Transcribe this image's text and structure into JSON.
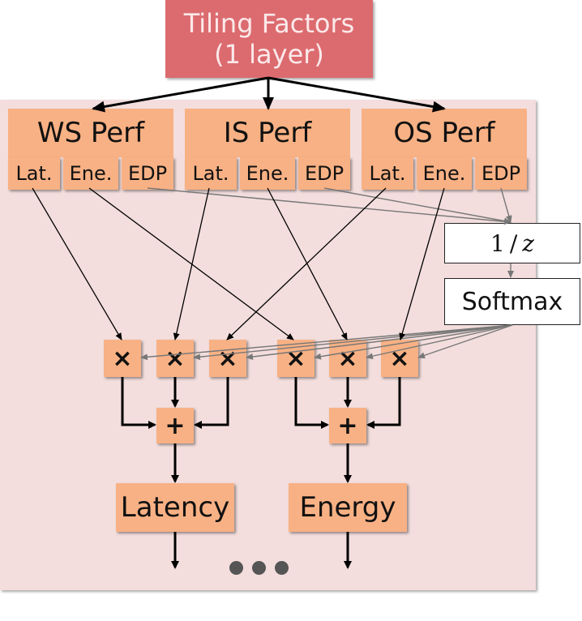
{
  "source": {
    "line1": "Tiling Factors",
    "line2": "(1 layer)"
  },
  "perf_groups": [
    {
      "title": "WS Perf",
      "metrics": [
        "Lat.",
        "Ene.",
        "EDP"
      ]
    },
    {
      "title": "IS Perf",
      "metrics": [
        "Lat.",
        "Ene.",
        "EDP"
      ]
    },
    {
      "title": "OS Perf",
      "metrics": [
        "Lat.",
        "Ene.",
        "EDP"
      ]
    }
  ],
  "reciprocal": {
    "numerator": "1",
    "slash": "/",
    "variable": "z"
  },
  "softmax": "Softmax",
  "multiply_symbol": "×",
  "add_symbol": "+",
  "outputs": {
    "latency": "Latency",
    "energy": "Energy"
  },
  "colors": {
    "source": "#dc6b6f",
    "node": "#f8b184",
    "panel": "#f3dedd"
  }
}
